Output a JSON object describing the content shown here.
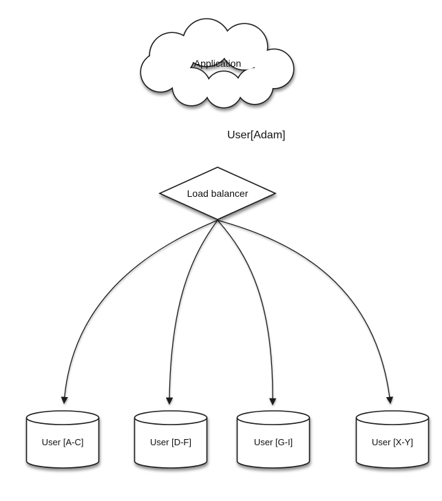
{
  "diagram": {
    "title": "sharded-database-load-balancing-diagram",
    "colors": {
      "background": "#ffffff",
      "stroke": "#1c1c1c",
      "fill": "#ffffff",
      "shadow": "rgba(0,0,0,0.45)"
    },
    "nodes": {
      "application": {
        "label": "Application",
        "shape": "cloud"
      },
      "load_balancer": {
        "label": "Load balancer",
        "shape": "diamond"
      }
    },
    "edges": {
      "app_to_balancer": {
        "label": "User[Adam]"
      }
    },
    "shards": [
      {
        "label": "User [A-C]",
        "shape": "cylinder"
      },
      {
        "label": "User [D-F]",
        "shape": "cylinder"
      },
      {
        "label": "User [G-I]",
        "shape": "cylinder"
      },
      {
        "label": "User [X-Y]",
        "shape": "cylinder"
      }
    ]
  }
}
